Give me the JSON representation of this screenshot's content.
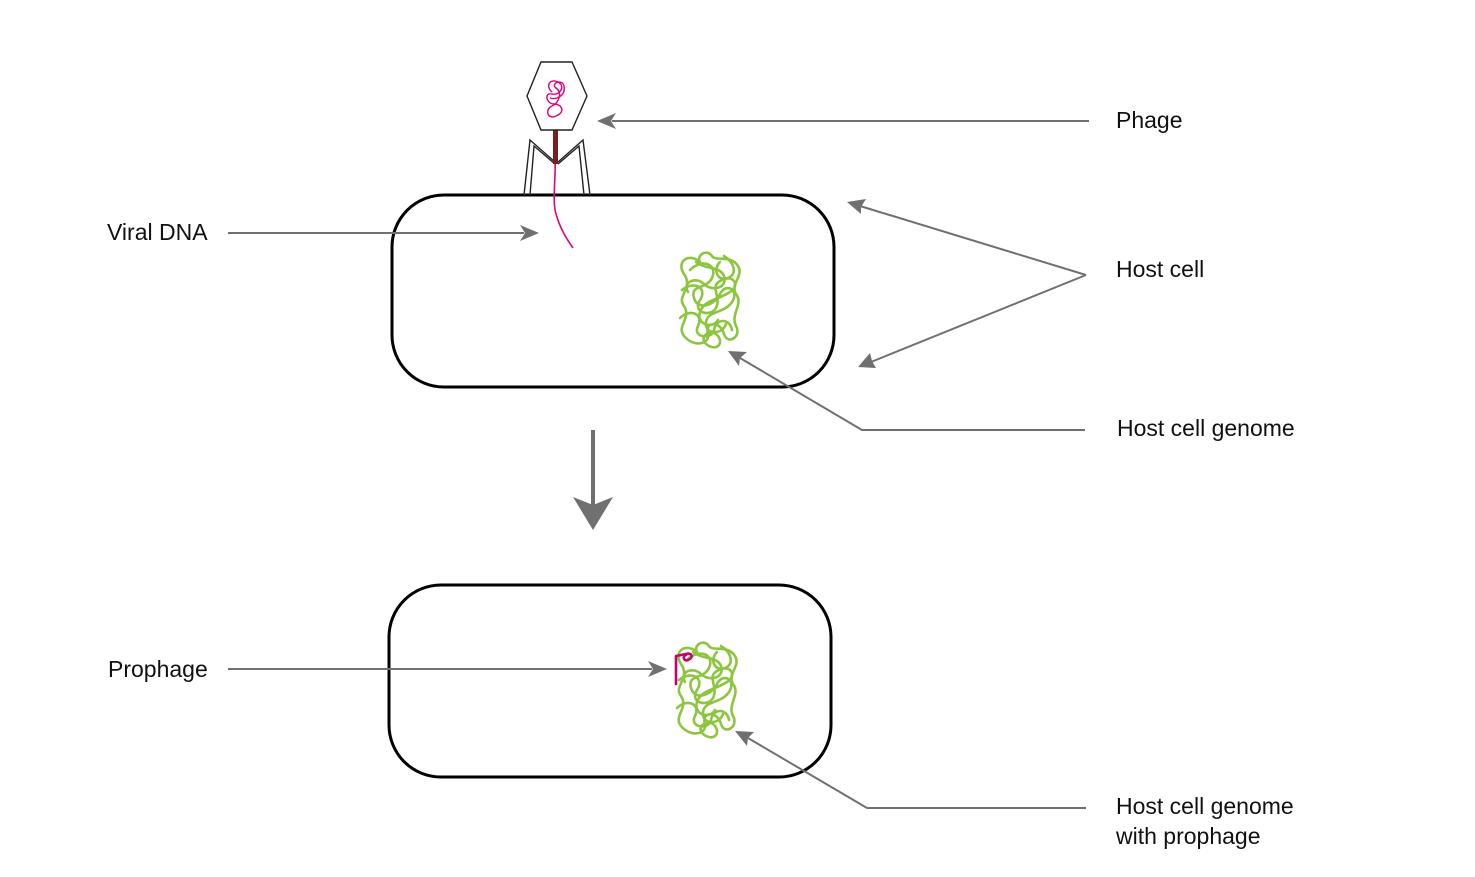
{
  "labels": {
    "phage": "Phage",
    "viral_dna": "Viral DNA",
    "host_cell": "Host cell",
    "host_cell_genome": "Host cell genome",
    "prophage": "Prophage",
    "genome_with_prophage_line1": "Host cell genome",
    "genome_with_prophage_line2": "with prophage"
  },
  "colors": {
    "outline": "#000000",
    "arrow": "#707070",
    "genome": "#8cc63f",
    "viral_dna": "#e6007e",
    "prophage": "#c8006e",
    "phage_tail": "#7a1f1f",
    "text": "#111111"
  }
}
